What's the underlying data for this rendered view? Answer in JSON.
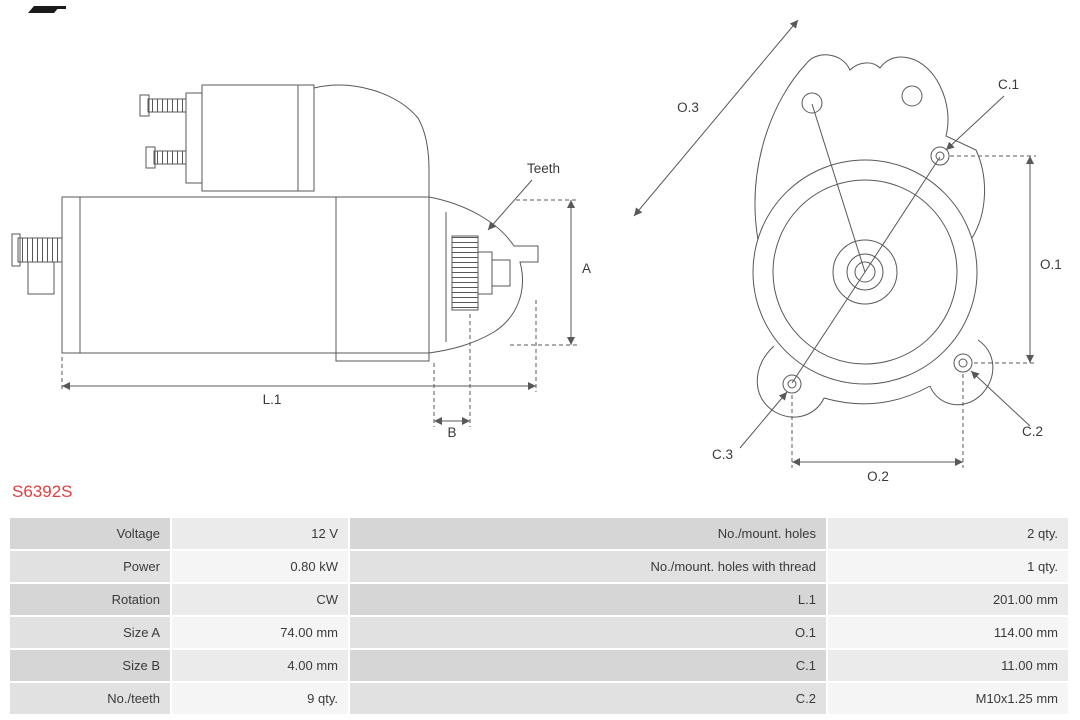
{
  "part_number": "S6392S",
  "colors": {
    "accent": "#dd4040",
    "line": "#57585a"
  },
  "diagram": {
    "side": {
      "labels": {
        "teeth": "Teeth",
        "a": "A",
        "b": "B",
        "l1": "L.1"
      }
    },
    "front": {
      "labels": {
        "o1": "O.1",
        "o2": "O.2",
        "o3": "O.3",
        "c1": "C.1",
        "c2": "C.2",
        "c3": "C.3"
      }
    }
  },
  "table": {
    "rows": [
      {
        "label_left": "Voltage",
        "value_left": "12 V",
        "label_right": "No./mount. holes",
        "value_right": "2 qty."
      },
      {
        "label_left": "Power",
        "value_left": "0.80 kW",
        "label_right": "No./mount. holes with thread",
        "value_right": "1 qty."
      },
      {
        "label_left": "Rotation",
        "value_left": "CW",
        "label_right": "L.1",
        "value_right": "201.00 mm"
      },
      {
        "label_left": "Size A",
        "value_left": "74.00 mm",
        "label_right": "O.1",
        "value_right": "114.00 mm"
      },
      {
        "label_left": "Size B",
        "value_left": "4.00 mm",
        "label_right": "C.1",
        "value_right": "11.00 mm"
      },
      {
        "label_left": "No./teeth",
        "value_left": "9 qty.",
        "label_right": "C.2",
        "value_right": "M10x1.25 mm"
      }
    ]
  }
}
